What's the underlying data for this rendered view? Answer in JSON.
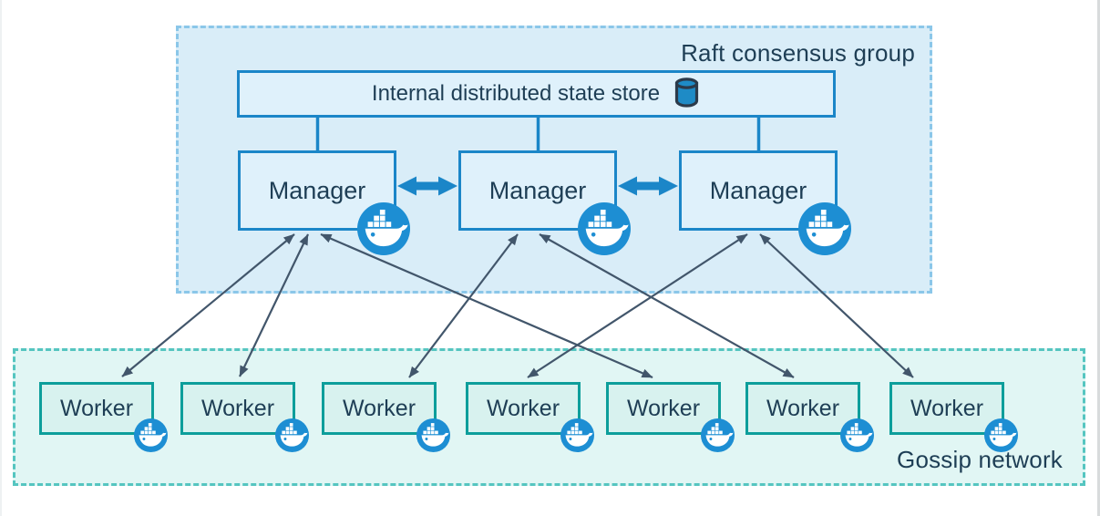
{
  "raft_group": {
    "label": "Raft consensus group",
    "state_store": {
      "label": "Internal distributed state store",
      "icon": "database-icon"
    },
    "managers": [
      {
        "label": "Manager",
        "icon": "docker-whale-icon"
      },
      {
        "label": "Manager",
        "icon": "docker-whale-icon"
      },
      {
        "label": "Manager",
        "icon": "docker-whale-icon"
      }
    ]
  },
  "gossip_network": {
    "label": "Gossip network",
    "workers": [
      {
        "label": "Worker",
        "icon": "docker-whale-icon"
      },
      {
        "label": "Worker",
        "icon": "docker-whale-icon"
      },
      {
        "label": "Worker",
        "icon": "docker-whale-icon"
      },
      {
        "label": "Worker",
        "icon": "docker-whale-icon"
      },
      {
        "label": "Worker",
        "icon": "docker-whale-icon"
      },
      {
        "label": "Worker",
        "icon": "docker-whale-icon"
      },
      {
        "label": "Worker",
        "icon": "docker-whale-icon"
      }
    ]
  },
  "connections": {
    "state_store_links": [
      "manager-1",
      "manager-2",
      "manager-3"
    ],
    "manager_peer_links": [
      {
        "from": "manager-1",
        "to": "manager-2",
        "type": "thick-bidirectional"
      },
      {
        "from": "manager-2",
        "to": "manager-3",
        "type": "thick-bidirectional"
      }
    ],
    "manager_worker_links": [
      {
        "from": "manager-1",
        "to": "worker-1",
        "type": "bidirectional"
      },
      {
        "from": "manager-1",
        "to": "worker-2",
        "type": "bidirectional"
      },
      {
        "from": "manager-1",
        "to": "worker-5",
        "type": "bidirectional"
      },
      {
        "from": "manager-2",
        "to": "worker-3",
        "type": "bidirectional"
      },
      {
        "from": "manager-2",
        "to": "worker-6",
        "type": "bidirectional"
      },
      {
        "from": "manager-3",
        "to": "worker-4",
        "type": "bidirectional"
      },
      {
        "from": "manager-3",
        "to": "worker-7",
        "type": "bidirectional"
      }
    ]
  },
  "colors": {
    "raft_fill": "#d9edf8",
    "raft_border": "#8bc7e9",
    "blue_box_fill": "#dff1fb",
    "blue_border": "#1b86c8",
    "worker_fill": "#d8f2ef",
    "worker_border": "#0d9e9b",
    "gossip_fill": "#e1f6f4",
    "gossip_border": "#55c5c0",
    "docker_badge": "#1d8ed3",
    "thin_arrow": "#42566b",
    "text": "#1e3e55"
  }
}
